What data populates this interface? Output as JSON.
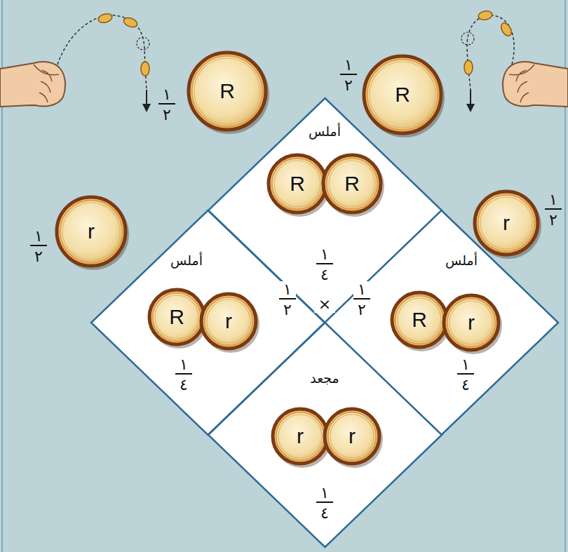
{
  "diagram": {
    "nodes": [
      {
        "text": [
          "R"
        ]
      },
      {
        "text": [
          "R"
        ]
      },
      {
        "text": [
          "r"
        ]
      },
      {
        "text": [
          "r"
        ]
      },
      {
        "text": [
          "أملس",
          "١",
          "٤"
        ]
      },
      {
        "text": [
          "R"
        ],
        "in": 4
      },
      {
        "text": [
          "R"
        ],
        "in": 4
      },
      {
        "text": [
          "أملس",
          "١",
          "٤"
        ]
      },
      {
        "text": [
          "R"
        ],
        "in": 7
      },
      {
        "text": [
          "r"
        ],
        "in": 7
      },
      {
        "text": [
          "أملس",
          "١",
          "٤"
        ]
      },
      {
        "text": [
          "R"
        ],
        "in": 10
      },
      {
        "text": [
          "r"
        ],
        "in": 10
      },
      {
        "text": [
          "مجعد",
          "١",
          "٤"
        ]
      },
      {
        "text": [
          "r"
        ],
        "in": 13
      },
      {
        "text": [
          "r"
        ],
        "in": 13
      }
    ],
    "labels": [
      "١",
      "٢",
      "١",
      "٢",
      "١",
      "٢",
      "١",
      "٢",
      "١",
      "٢",
      "×",
      "١",
      "٢"
    ]
  }
}
